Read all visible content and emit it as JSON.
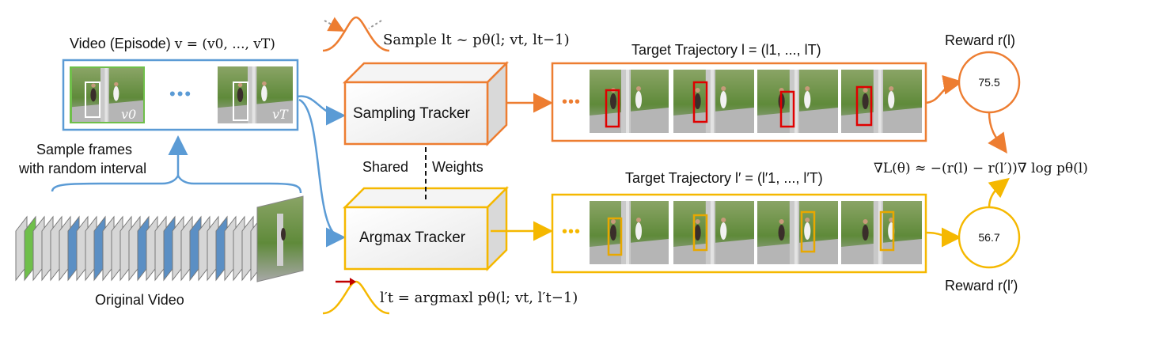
{
  "video": {
    "title": "Video (Episode) ",
    "title_math": "v = (v0, ..., vT)",
    "v0": "v0",
    "vT": "vT",
    "dots": "•••"
  },
  "sample_frames": {
    "line1": "Sample frames",
    "line2": "with random interval"
  },
  "original_video": "Original Video",
  "sample_formula": "Sample lt ~ pθ(l; vt, lt−1)",
  "argmax_formula": "l′t = argmaxl pθ(l; vt, l′t−1)",
  "sampling_tracker": "Sampling Tracker",
  "argmax_tracker": "Argmax Tracker",
  "shared": "Shared",
  "weights": "Weights",
  "trajectory_top": "Target Trajectory l = (l1, ..., lT)",
  "trajectory_bottom": "Target Trajectory l′ = (l′1, ..., l′T)",
  "reward_top": {
    "label": "Reward r(l)",
    "value": "75.5"
  },
  "reward_bottom": {
    "label": "Reward r(l′)",
    "value": "56.7"
  },
  "gradient_formula": "∇L(θ) ≈ −(r(l) − r(l′))∇ log pθ(l)",
  "dots_orange": "•••",
  "dots_yellow": "•••",
  "colors": {
    "blue": "#5b9bd5",
    "orange": "#ed7d31",
    "yellow": "#f5b800",
    "red": "#e00000",
    "box_yellow": "#e8a800"
  }
}
